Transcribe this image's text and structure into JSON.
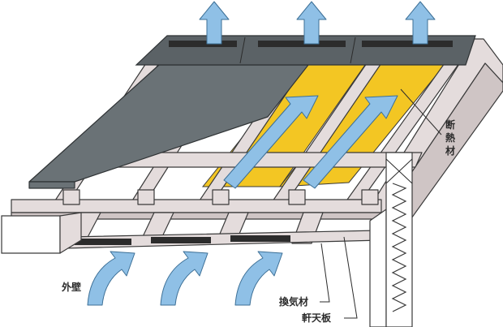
{
  "labels": {
    "insulation": [
      "断",
      "熱",
      "材"
    ],
    "exterior_wall": "外壁",
    "vent_material": "換気材",
    "soffit": "軒天板"
  },
  "colors": {
    "roof": "#6a7276",
    "insulation": "#f3c623",
    "airflow": "#8fc0e6",
    "structure": "#e4dcdc"
  },
  "icons": [
    "airflow-arrow-up",
    "airflow-arrow-diagonal",
    "airflow-arrow-curved"
  ]
}
